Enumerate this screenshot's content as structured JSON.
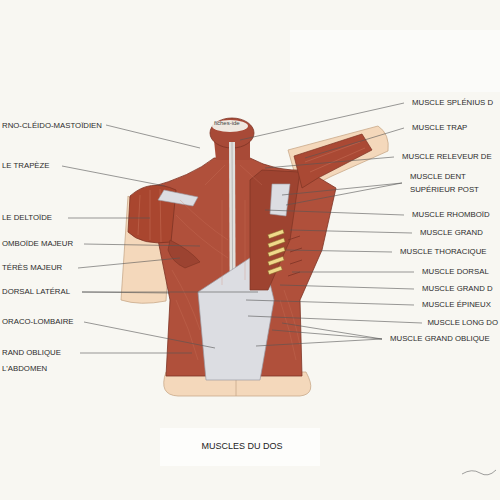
{
  "diagram": {
    "caption": "MUSCLES DU DOS",
    "labels": [
      "RNO-CLÉIDO-MASTOÏDIEN",
      "LE TRAPÈZE",
      "LE DELTOÏDE",
      "OMBOÏDE MAJEUR",
      "TÉRÈS MAJEUR",
      "DORSAL LATÉRAL",
      "ORACO-LOMBAIRE",
      "RAND OBLIQUE",
      "L'ABDOMEN",
      "MUSCLE SPLÉNIUS D",
      "MUSCLE TRAP",
      "MUSCLE RELEVEUR DE",
      "MUSCLE DENT",
      "SUPÉRIEUR POST",
      "MUSCLE RHOMBOÏD",
      "MUSCLE GRAND",
      "MUSCLE THORACIQUE",
      "MUSCLE DORSAL",
      "MUSCLE GRAND D",
      "MUSCLE ÉPINEUX",
      "MUSCLE LONG DO",
      "MUSCLE GRAND OBLIQUE",
      "fiches-ide"
    ]
  }
}
